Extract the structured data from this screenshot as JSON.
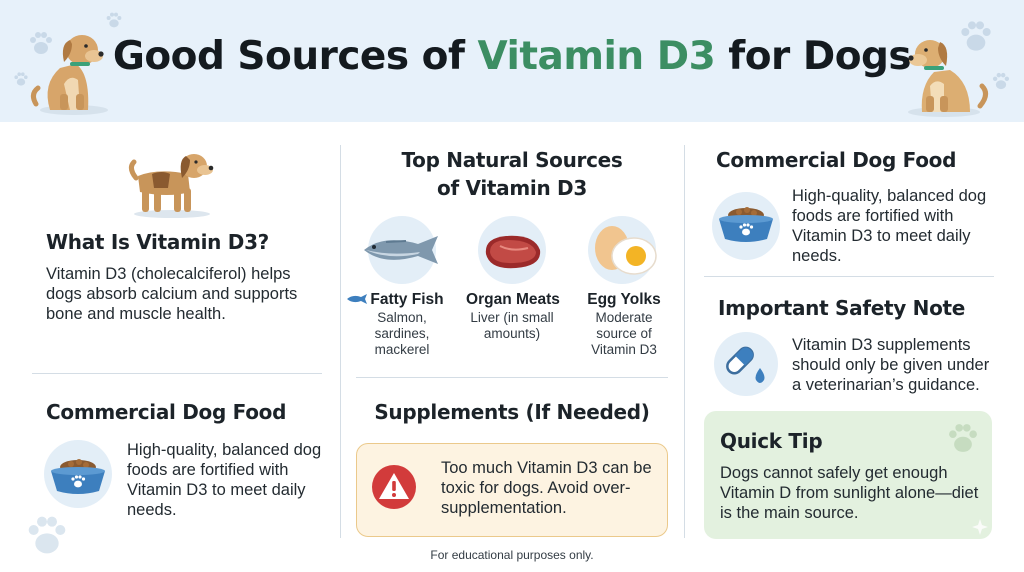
{
  "title": {
    "part1": "Good Sources of ",
    "accent": "Vitamin D3",
    "part2": " for Dogs"
  },
  "left": {
    "what_title": "What Is Vitamin D3?",
    "what_text": "Vitamin D3 (cholecalciferol) helps dogs absorb calcium and supports bone and muscle health.",
    "food_title": "Commercial Dog Food",
    "food_text": "High-quality, balanced dog foods are fortified with Vitamin D3 to meet daily needs."
  },
  "middle": {
    "sources_title_line1": "Top Natural Sources",
    "sources_title_line2": "of Vitamin D3",
    "sources": [
      {
        "name": "Fatty Fish",
        "desc": "Salmon, sardines, mackerel",
        "icon": "fish-icon"
      },
      {
        "name": "Organ Meats",
        "desc": "Liver (in small amounts)",
        "icon": "meat-icon"
      },
      {
        "name": "Egg Yolks",
        "desc": "Moderate source of Vitamin D3",
        "icon": "egg-icon"
      }
    ],
    "supp_title": "Supplements (If Needed)",
    "supp_warning": "Too much Vitamin D3 can be toxic for dogs. Avoid over-supplementation."
  },
  "right": {
    "food_title": "Commercial Dog Food",
    "food_text": "High-quality, balanced dog foods are fortified with Vitamin D3 to meet daily needs.",
    "safety_title": "Important Safety Note",
    "safety_text": "Vitamin D3 supplements should only be given under a veterinarian’s guidance.",
    "tip_title": "Quick Tip",
    "tip_text": "Dogs cannot safely get enough Vitamin D from sunlight alone—diet is the main source."
  },
  "footnote": "For educational purposes only.",
  "colors": {
    "accent": "#3c8e63",
    "header_bg": "#e7f1fa",
    "icon_circle": "#e3eef7",
    "warn_bg": "#fdf3e1",
    "warn_red": "#d23b3b",
    "tip_bg": "#e3f1df",
    "bowl": "#3d7fbe",
    "dog": "#c8955a"
  }
}
